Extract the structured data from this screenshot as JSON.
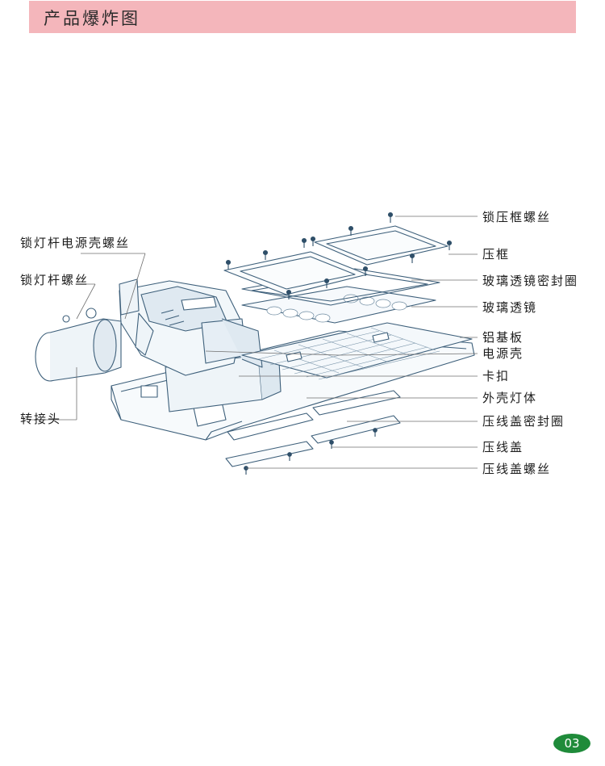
{
  "header": {
    "title": "产品爆炸图",
    "accent_color": "#f4b6bb"
  },
  "labels_left": {
    "pole_housing_screw": "锁灯杆电源壳螺丝",
    "pole_screw": "锁灯杆螺丝",
    "adapter": "转接头"
  },
  "labels_right": {
    "frame_screw": "锁压框螺丝",
    "frame": "压框",
    "glass_seal": "玻璃透镜密封圈",
    "glass_lens": "玻璃透镜",
    "aluminum_board": "铝基板",
    "power_housing": "电源壳",
    "clip": "卡扣",
    "lamp_body": "外壳灯体",
    "cover_seal": "压线盖密封圈",
    "wire_cover": "压线盖",
    "cover_screw": "压线盖螺丝"
  },
  "footer": {
    "page_number": "03",
    "badge_color": "#1f8b3a"
  }
}
